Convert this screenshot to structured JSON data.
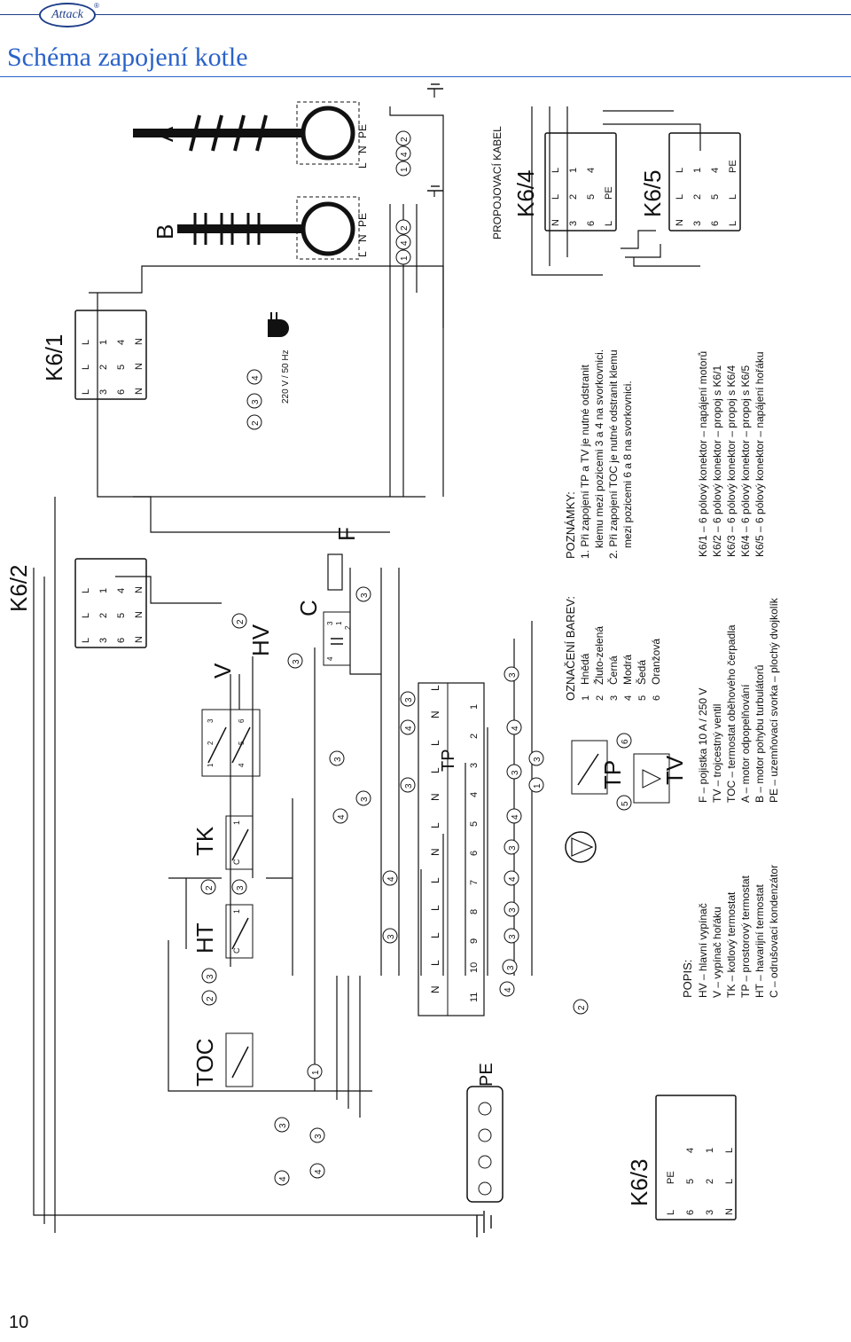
{
  "brand": {
    "logo_text": "Attack",
    "registered": "®"
  },
  "page_title": "Schéma zapojení kotle",
  "page_number": "10",
  "labels": {
    "K62": "K6/2",
    "K61": "K6/1",
    "K63": "K6/3",
    "K64": "K6/4",
    "K65": "K6/5",
    "TOC": "TOC",
    "HT": "HT",
    "TK": "TK",
    "V": "V",
    "HV": "HV",
    "C": "C",
    "F": "F",
    "TP": "TP",
    "TV": "TV",
    "A": "A",
    "B": "B",
    "PE": "PE",
    "supply": "220 V / 50 Hz",
    "cable": "PROPOJOVACÍ KABEL"
  },
  "terminals": {
    "top": [
      "N",
      "L",
      "L",
      "L",
      "L",
      "N",
      "L",
      "N",
      "L",
      "L",
      "N",
      "L"
    ],
    "bottom": [
      "11",
      "10",
      "9",
      "8",
      "7",
      "6",
      "5",
      "4",
      "3",
      "2",
      "1"
    ]
  },
  "connectors": {
    "K62": {
      "cols": [
        [
          "L",
          "L",
          "L"
        ],
        [
          "3",
          "2",
          "1"
        ],
        [
          "6",
          "5",
          "4"
        ],
        [
          "N",
          "N",
          "N"
        ]
      ]
    },
    "K61": {
      "cols": [
        [
          "L",
          "L",
          "L"
        ],
        [
          "3",
          "2",
          "1"
        ],
        [
          "6",
          "5",
          "4"
        ],
        [
          "N",
          "N",
          "N"
        ]
      ]
    },
    "K63": {
      "cols": [
        [
          "L",
          "PE"
        ],
        [
          "6",
          "5",
          "4"
        ],
        [
          "3",
          "2",
          "1"
        ],
        [
          "N",
          "L",
          "L"
        ]
      ]
    },
    "K64": {
      "cols": [
        [
          "N",
          "L",
          "L"
        ],
        [
          "3",
          "2",
          "1"
        ],
        [
          "6",
          "5",
          "4"
        ],
        [
          "L",
          "PE"
        ]
      ]
    },
    "K65": {
      "cols": [
        [
          "N",
          "L",
          "L"
        ],
        [
          "3",
          "2",
          "1"
        ],
        [
          "6",
          "5",
          "4"
        ],
        [
          "L",
          "L",
          "PE"
        ]
      ]
    }
  },
  "motor_pins": {
    "A": [
      "L",
      "N",
      "PE"
    ],
    "A_wires": [
      "1",
      "4",
      "2"
    ],
    "B": [
      "L",
      "N",
      "PE"
    ],
    "B_wires": [
      "1",
      "4",
      "2"
    ]
  },
  "switch_pins": {
    "HT": [
      "C",
      "1"
    ],
    "TK": [
      "C",
      "1"
    ],
    "V": [
      "3",
      "2",
      "1",
      "6",
      "5",
      "4"
    ],
    "C_pins": [
      "3",
      "1",
      "4",
      "2"
    ]
  },
  "legend": {
    "popis_heading": "POPIS:",
    "popis_col1": [
      "HV – hlavní vypínač",
      "V – vypínač hořáku",
      "TK – kotlový termostat",
      "TP – prostorový termostat",
      "HT – havarijní termostat",
      "C – odrušovací kondenzátor"
    ],
    "popis_col2": [
      "F – pojistka 10 A / 250 V",
      "TV – trojcestný ventil",
      "TOC – termostat oběhového čerpadla",
      "A – motor odpopelňování",
      "B – motor pohybu turbulátorů",
      "PE – uzemňovací svorka – plochý dvojkolík"
    ],
    "colors_heading": "OZNAČENÍ BAREV:",
    "colors": [
      {
        "num": "1",
        "name": "Hnědá",
        "hex": "#7a4a1e"
      },
      {
        "num": "2",
        "name": "Žluto-zelená",
        "hex": "#b8c400"
      },
      {
        "num": "3",
        "name": "Černá",
        "hex": "#111111"
      },
      {
        "num": "4",
        "name": "Modrá",
        "hex": "#1f4fbf"
      },
      {
        "num": "5",
        "name": "Šedá",
        "hex": "#888888"
      },
      {
        "num": "6",
        "name": "Oranžová",
        "hex": "#e07b00"
      }
    ],
    "notes_heading": "POZNÁMKY:",
    "notes": [
      "1. Při zapojení TP a TV je nutné odstranit",
      "klemu mezi pozicemi 3 a 4 na svorkovnici.",
      "2. Při zapojení TOC je nutné odstranit klemu",
      "mezi pozicemi 6 a 8 na svorkovnici."
    ],
    "connectors_list": [
      "K6/1 – 6 pólový konektor – napájení motorů",
      "K6/2 – 6 pólový konektor – propoj s K6/1",
      "K6/3 – 6 pólový konektor – propoj s K6/4",
      "K6/4 – 6 pólový konektor – propoj s K6/5",
      "K6/5 – 6 pólový konektor – napájení hořáku"
    ]
  },
  "wire_markers": {
    "m1": "1",
    "m2": "2",
    "m3": "3",
    "m4": "4",
    "m5": "5",
    "m6": "6"
  },
  "colors": {
    "title": "#2a62c8",
    "brand": "#1f3f8a",
    "ink": "#111111"
  }
}
